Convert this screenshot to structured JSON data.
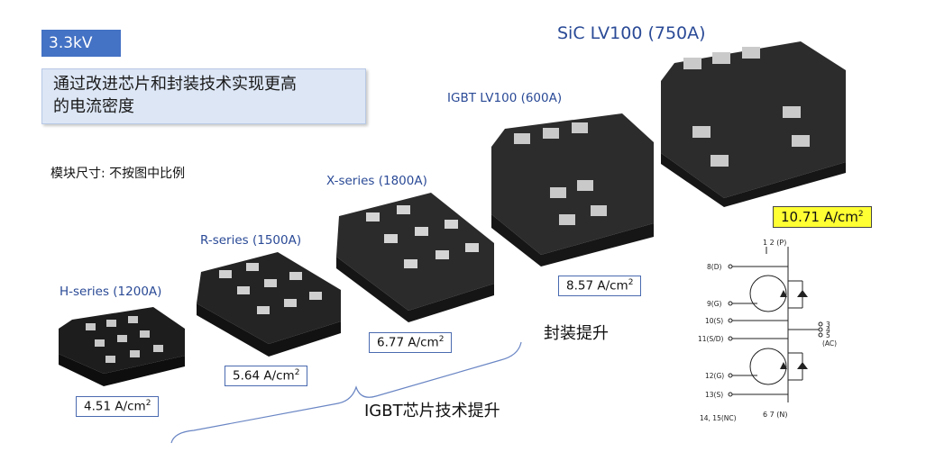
{
  "badge": "3.3kV",
  "subtitle_line1": "通过改进芯片和封装技术实现更高",
  "subtitle_line2": "的电流密度",
  "note": "模块尺寸: 不按图中比例",
  "modules": [
    {
      "series": "H-series (1200A)",
      "density": "4.51 A/cm",
      "unit_exp": "2"
    },
    {
      "series": "R-series (1500A)",
      "density": "5.64 A/cm",
      "unit_exp": "2"
    },
    {
      "series": "X-series (1800A)",
      "density": "6.77 A/cm",
      "unit_exp": "2"
    },
    {
      "series": "IGBT  LV100 (600A)",
      "density": "8.57 A/cm",
      "unit_exp": "2"
    },
    {
      "series": "SiC LV100 (750A)",
      "density": "10.71 A/cm",
      "unit_exp": "2"
    }
  ],
  "label_package": "封装提升",
  "label_chip": "IGBT芯片技术提升",
  "circuit": {
    "top_pins": "1   2 (P)",
    "bottom_pins": "6    7 (N)",
    "pins_left": [
      "8(D)",
      "9(G)",
      "10(S)",
      "11(S/D)",
      "12(G)",
      "13(S)",
      "14, 15(NC)"
    ],
    "pins_right": [
      "3",
      "4",
      "5",
      "(AC)"
    ]
  },
  "colors": {
    "badge": "#4472c4",
    "subtitle_bg": "#dce6f5",
    "series_text": "#2a4a96",
    "highlight": "#ffff33"
  }
}
